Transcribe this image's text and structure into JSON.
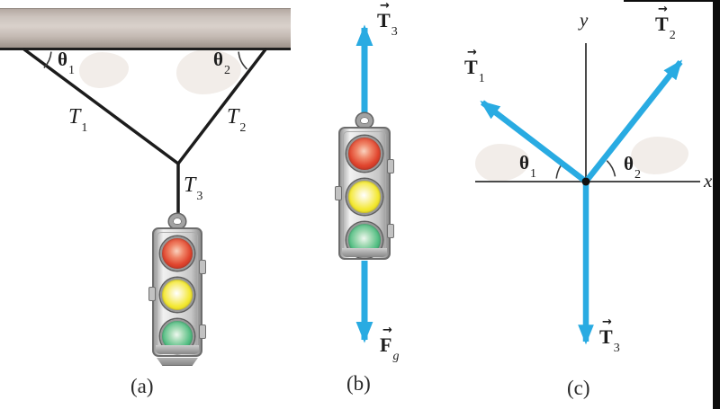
{
  "colors": {
    "vector_blue": "#29abe2",
    "cable_black": "#1c1c1c",
    "axis_gray": "#4a4a4a",
    "dot_black": "#111111",
    "traffic_red": "#d93a28",
    "traffic_yellow": "#f0e11c",
    "traffic_green": "#3cb878"
  },
  "glyphs": {
    "vector_arrow": "→"
  },
  "panel_a": {
    "caption": "(a)",
    "labels": {
      "theta1": {
        "base": "θ",
        "sub": "1"
      },
      "theta2": {
        "base": "θ",
        "sub": "2"
      },
      "T1": {
        "base": "T",
        "sub": "1"
      },
      "T2": {
        "base": "T",
        "sub": "2"
      },
      "T3": {
        "base": "T",
        "sub": "3"
      }
    }
  },
  "panel_b": {
    "caption": "(b)",
    "labels": {
      "T3": {
        "base": "T",
        "sub": "3"
      },
      "Fg": {
        "base": "F",
        "sub": "g"
      }
    }
  },
  "panel_c": {
    "caption": "(c)",
    "axes": {
      "x": "x",
      "y": "y"
    },
    "labels": {
      "T1": {
        "base": "T",
        "sub": "1"
      },
      "T2": {
        "base": "T",
        "sub": "2"
      },
      "T3": {
        "base": "T",
        "sub": "3"
      },
      "theta1": {
        "base": "θ",
        "sub": "1"
      },
      "theta2": {
        "base": "θ",
        "sub": "2"
      }
    }
  }
}
